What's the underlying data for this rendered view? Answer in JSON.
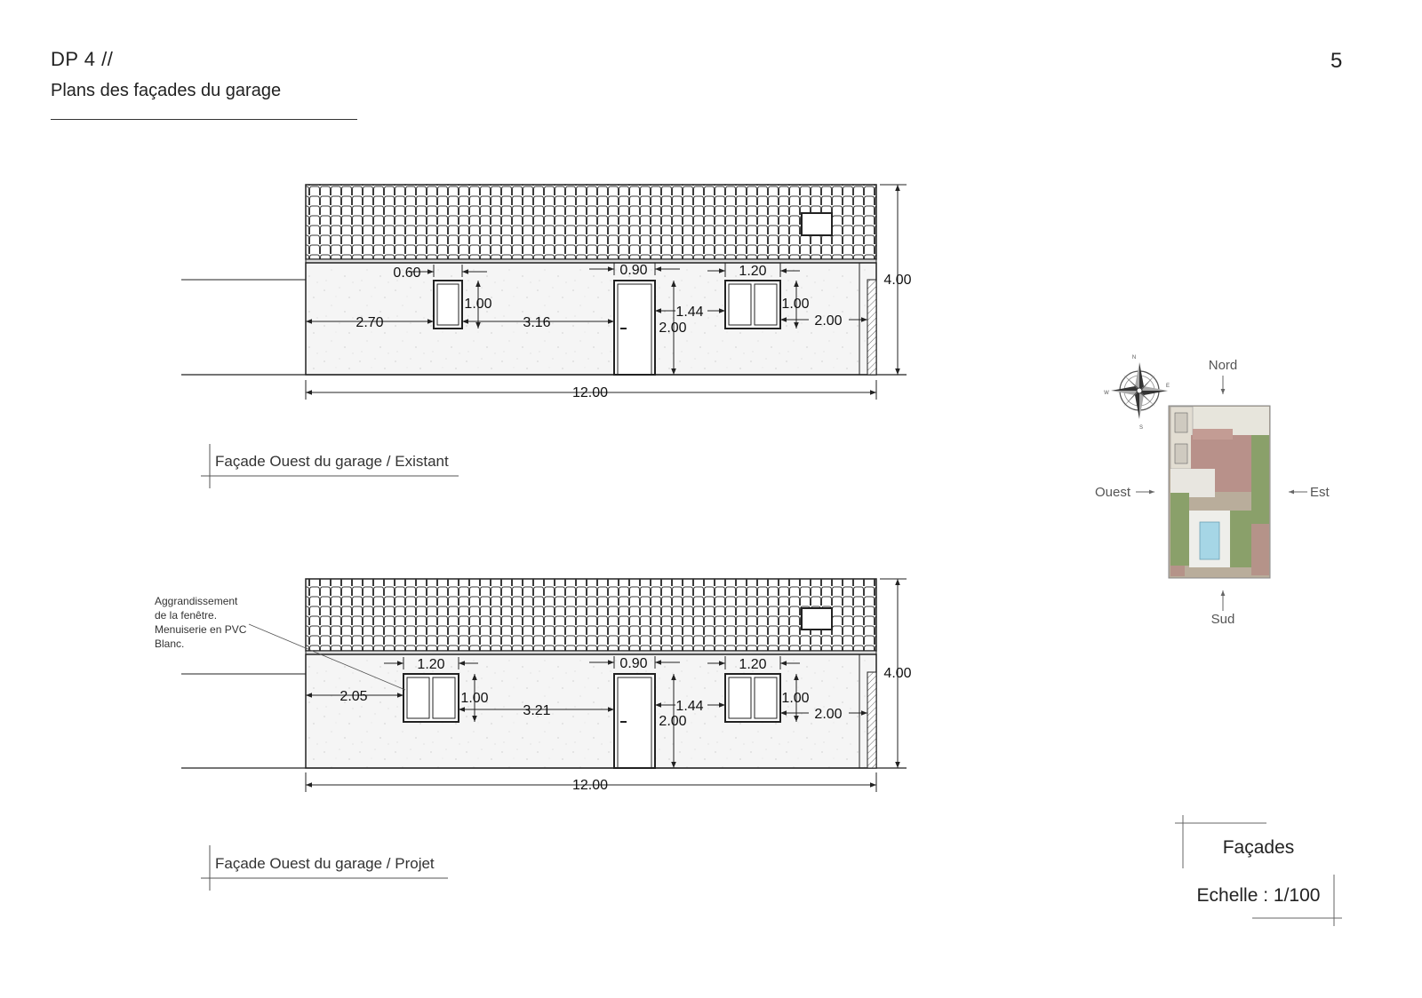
{
  "header": {
    "code": "DP 4  //",
    "subtitle": "Plans des façades du garage",
    "page_number": "5"
  },
  "elevation_existing": {
    "caption": "Façade Ouest du garage / Existant",
    "dims": {
      "total_width": "12.00",
      "total_height": "4.00",
      "win1_width": "0.60",
      "win1_height": "1.00",
      "win1_left": "2.70",
      "between": "3.16",
      "door_width": "0.90",
      "door_height": "2.00",
      "door_sill": "1.44",
      "win2_width": "1.20",
      "win2_height": "1.00",
      "win2_right": "2.00"
    }
  },
  "elevation_project": {
    "caption": "Façade Ouest du garage / Projet",
    "note_lines": [
      "Aggrandissement",
      "de la fenêtre.",
      "Menuiserie en PVC",
      "Blanc."
    ],
    "dims": {
      "total_width": "12.00",
      "total_height": "4.00",
      "win1_width": "1.20",
      "win1_height": "1.00",
      "win1_left": "2.05",
      "between": "3.21",
      "door_width": "0.90",
      "door_height": "2.00",
      "door_sill": "1.44",
      "win2_width": "1.20",
      "win2_height": "1.00",
      "win2_right": "2.00"
    }
  },
  "orientation": {
    "north": "Nord",
    "south": "Sud",
    "west": "Ouest",
    "east": "Est",
    "compass": {
      "n": "N",
      "s": "S",
      "e": "E",
      "w": "W"
    }
  },
  "title_block": {
    "title": "Façades",
    "scale": "Echelle : 1/100"
  },
  "colors": {
    "line": "#222222",
    "roof_tile": "#444444",
    "wall": "#f4f4f4",
    "lawn": "#8a9e6a",
    "roof_plan": "#b89088",
    "pool": "#9fd0e0"
  }
}
